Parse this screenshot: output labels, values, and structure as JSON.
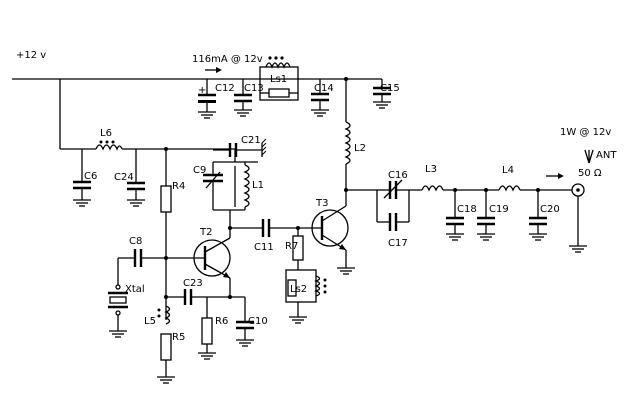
{
  "supply": {
    "label": "+12 v"
  },
  "annotations": {
    "current": "116mA @ 12v",
    "power": "1W @ 12v",
    "antenna": "ANT",
    "impedance": "50 Ω"
  },
  "components": {
    "C6": "C6",
    "C8": "C8",
    "C9": "C9",
    "C10": "C10",
    "C11": "C11",
    "C12": "C12",
    "C13": "C13",
    "C14": "C14",
    "C15": "C15",
    "C16": "C16",
    "C17": "C17",
    "C18": "C18",
    "C19": "C19",
    "C20": "C20",
    "C21": "C21",
    "C23": "C23",
    "C24": "C24",
    "L1": "L1",
    "L2": "L2",
    "L3": "L3",
    "L4": "L4",
    "L5": "L5",
    "L6": "L6",
    "Ls1": "Ls1",
    "Ls2": "Ls2",
    "R4": "R4",
    "R5": "R5",
    "R6": "R6",
    "R7": "R7",
    "T2": "T2",
    "T3": "T3",
    "Xtal": "Xtal"
  }
}
